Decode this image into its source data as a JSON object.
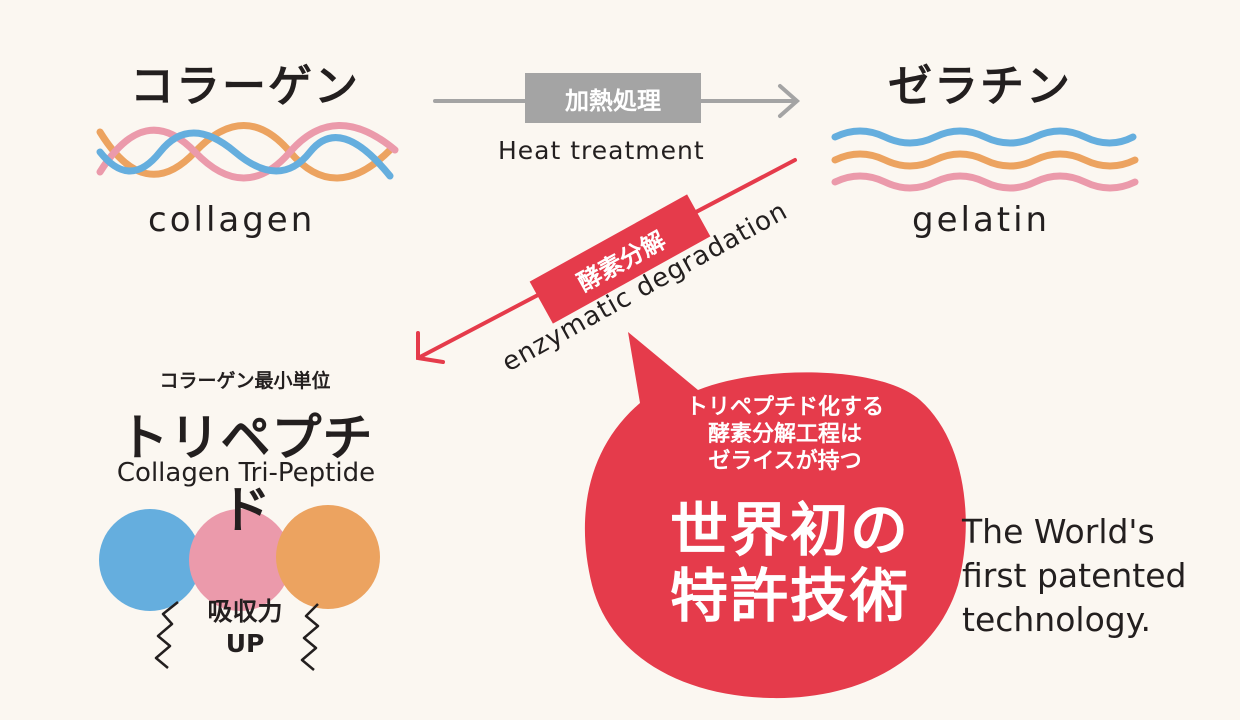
{
  "collagen": {
    "title_jp": "コラーゲン",
    "label_en": "collagen"
  },
  "gelatin": {
    "title_jp": "ゼラチン",
    "label_en": "gelatin"
  },
  "heat": {
    "label_jp": "加熱処理",
    "label_en": "Heat treatment"
  },
  "enzyme": {
    "label_jp": "酵素分解",
    "label_en": "enzymatic degradation"
  },
  "tripeptide": {
    "subtitle_jp": "コラーゲン最小単位",
    "title_jp": "トリペプチド",
    "title_en": "Collagen Tri-Peptide",
    "absorb_line1": "吸収力",
    "absorb_line2": "UP"
  },
  "bubble": {
    "lines_small": [
      "トリペプチド化する",
      "酵素分解工程は",
      "ゼライスが持つ"
    ],
    "big_line1": "世界初の",
    "big_line2": "特許技術"
  },
  "world_first": [
    "The World's",
    "first patented",
    "technology."
  ],
  "colors": {
    "blue": "#65aede",
    "pink": "#eb9aab",
    "orange": "#eca360",
    "red": "#e53b4b",
    "gray": "#a4a4a4"
  }
}
